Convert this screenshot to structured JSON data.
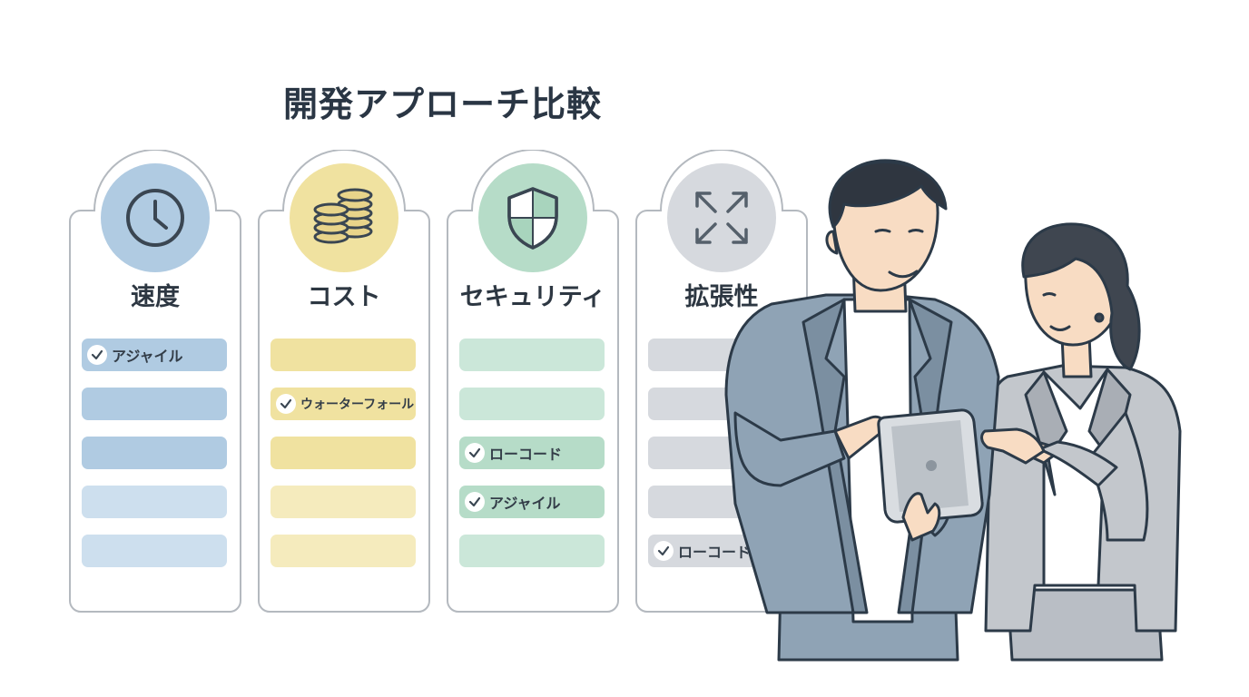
{
  "title": "開発アプローチ比較",
  "colors": {
    "speed": "#b0cbe2",
    "cost": "#f0e2a0",
    "security": "#b6dcc8",
    "scalability": "#d6d9de",
    "border": "#b4b9bf"
  },
  "cards": [
    {
      "label": "速度",
      "icon": "clock-icon",
      "bars": [
        {
          "text": "アジャイル",
          "checked": true
        },
        {
          "text": "",
          "checked": false
        },
        {
          "text": "",
          "checked": false
        },
        {
          "text": "",
          "checked": false
        },
        {
          "text": "",
          "checked": false
        }
      ]
    },
    {
      "label": "コスト",
      "icon": "coins-icon",
      "bars": [
        {
          "text": "",
          "checked": false
        },
        {
          "text": "ウォーターフォール",
          "checked": true
        },
        {
          "text": "",
          "checked": false
        },
        {
          "text": "",
          "checked": false
        },
        {
          "text": "",
          "checked": false
        }
      ]
    },
    {
      "label": "セキュリティ",
      "icon": "shield-icon",
      "bars": [
        {
          "text": "",
          "checked": false
        },
        {
          "text": "",
          "checked": false
        },
        {
          "text": "ローコード",
          "checked": true
        },
        {
          "text": "アジャイル",
          "checked": true
        },
        {
          "text": "",
          "checked": false
        }
      ]
    },
    {
      "label": "拡張性",
      "icon": "expand-icon",
      "bars": [
        {
          "text": "",
          "checked": false
        },
        {
          "text": "",
          "checked": false
        },
        {
          "text": "",
          "checked": false
        },
        {
          "text": "",
          "checked": false
        },
        {
          "text": "ローコード",
          "checked": true
        }
      ]
    }
  ]
}
